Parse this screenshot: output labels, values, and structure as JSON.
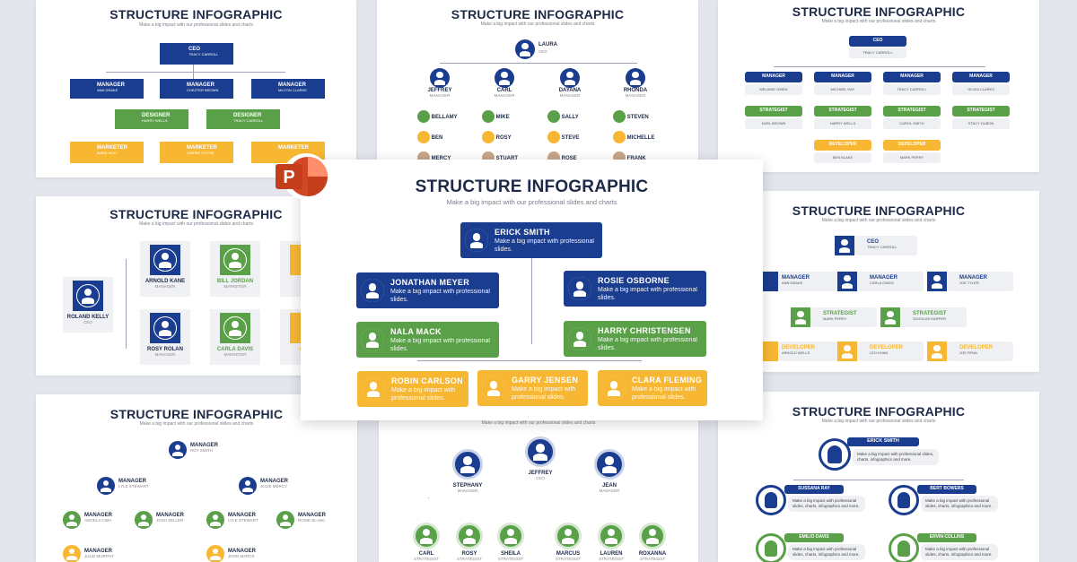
{
  "title": "STRUCTURE INFOGRAPHIC",
  "subtitle": "Make a big impact with our professional slides and charts",
  "colors": {
    "blue": "#1b3d8f",
    "green": "#5aa048",
    "yellow": "#f7b733",
    "bg": "#e4e6ee"
  },
  "ppt_icon": "powerpoint-logo-icon",
  "ppt_letter": "P",
  "main": {
    "top": {
      "name": "ERICK SMITH",
      "desc": "Make a big impact with professional slides."
    },
    "blue": [
      {
        "name": "JONATHAN MEYER",
        "desc": "Make a big impact with professional slides."
      },
      {
        "name": "ROSIE OSBORNE",
        "desc": "Make a big impact with professional slides."
      }
    ],
    "green": [
      {
        "name": "NALA MACK",
        "desc": "Make a big impact with professional slides."
      },
      {
        "name": "HARRY CHRISTENSEN",
        "desc": "Make a big impact with professional slides."
      }
    ],
    "yellow": [
      {
        "name": "ROBIN CARLSON",
        "desc": "Make a big impact with professional slides."
      },
      {
        "name": "GARRY JENSEN",
        "desc": "Make a big impact with professional slides."
      },
      {
        "name": "CLARA FLEMING",
        "desc": "Make a big impact with professional slides."
      }
    ]
  },
  "s1": {
    "ceo": {
      "role": "CEO",
      "name": "TRACY CARROLL"
    },
    "managers": [
      {
        "role": "MANAGER",
        "name": "ANN DRAKE"
      },
      {
        "role": "MANAGER",
        "name": "CHEZTER BROWN"
      },
      {
        "role": "MANAGER",
        "name": "MILTON CLARKE"
      }
    ],
    "designers": [
      {
        "role": "DESIGNER",
        "name": "HARRY WELLS"
      },
      {
        "role": "DESIGNER",
        "name": "TRACY CARROLL"
      }
    ],
    "marketers": [
      {
        "role": "MARKETER",
        "name": "MARK HOLT"
      },
      {
        "role": "MARKETER",
        "name": "CARRIE COYNE"
      },
      {
        "role": "MARKETER",
        "name": ""
      }
    ]
  },
  "s2": {
    "top": {
      "name": "LAURA",
      "role": "CEO"
    },
    "managers": [
      {
        "name": "JEFFREY",
        "role": "MANAGER"
      },
      {
        "name": "CARL",
        "role": "MANAGER"
      },
      {
        "name": "DAYANA",
        "role": "MANAGER"
      },
      {
        "name": "RHONDA",
        "role": "MANAGER"
      }
    ],
    "staff": [
      [
        {
          "name": "BELLAMY",
          "role": "STRATEGIST"
        },
        {
          "name": "BEN",
          "role": "STRATEGIST"
        },
        {
          "name": "MERCY",
          "role": ""
        }
      ],
      [
        {
          "name": "MIKE",
          "role": "STRATEGIST"
        },
        {
          "name": "ROSY",
          "role": "STRATEGIST"
        },
        {
          "name": "STUART",
          "role": ""
        }
      ],
      [
        {
          "name": "SALLY",
          "role": "STRATEGIST"
        },
        {
          "name": "STEVE",
          "role": "STRATEGIST"
        },
        {
          "name": "ROSE",
          "role": ""
        }
      ],
      [
        {
          "name": "STEVEN",
          "role": "STRATEGIST"
        },
        {
          "name": "MICHELLE",
          "role": "STRATEGIST"
        },
        {
          "name": "FRANK",
          "role": ""
        }
      ]
    ]
  },
  "s3": {
    "ceo": {
      "role": "CEO",
      "name": "TRACY CARROLL"
    },
    "managers": [
      {
        "role": "MANAGER",
        "name": "MELANIE OWEN"
      },
      {
        "role": "MANAGER",
        "name": "MICHAEL RAY"
      },
      {
        "role": "MANAGER",
        "name": "TRACY CARROLL"
      },
      {
        "role": "MANAGER",
        "name": "OLIVIA CLARKS"
      }
    ],
    "strategists": [
      {
        "role": "STRATEGIST",
        "name": "KARL BROWN"
      },
      {
        "role": "STRATEGIST",
        "name": "HARRY WELLS"
      },
      {
        "role": "STRATEGIST",
        "name": "CAROL SMITH"
      },
      {
        "role": "STRATEGIST",
        "name": "STACY DUBON"
      }
    ],
    "developers": [
      {
        "role": "DEVELOPER",
        "name": "BEN BLAKE"
      },
      {
        "role": "DEVELOPER",
        "name": "MARK PERRY"
      }
    ]
  },
  "s4": {
    "left": {
      "name": "ROLAND KELLY",
      "role": "CEO"
    },
    "col1": [
      {
        "name": "ARNOLD KANE",
        "role": "MANAGER"
      },
      {
        "name": "ROSY ROLAN",
        "role": "MANAGER"
      }
    ],
    "col2": [
      {
        "name": "BILL JORDAN",
        "role": "MARKETER"
      },
      {
        "name": "CARLA DAVIS",
        "role": "MARKETER"
      }
    ],
    "col3": [
      {
        "name": "AD",
        "role": "DE"
      },
      {
        "name": "CHR",
        "role": ""
      }
    ]
  },
  "s5": {
    "ceo": {
      "role": "CEO",
      "name": "TRACY CARROLL"
    },
    "managers": [
      {
        "role": "MANAGER",
        "name": "ANN DRAKE"
      },
      {
        "role": "MANAGER",
        "name": "CARLA OWEN"
      },
      {
        "role": "MANAGER",
        "name": "JOE TYLER"
      }
    ],
    "strategists": [
      {
        "role": "STRATEGIST",
        "name": "MARK PERRY"
      },
      {
        "role": "STRATEGIST",
        "name": "SCHOLAS HARPER"
      }
    ],
    "developers": [
      {
        "role": "DEVELOPER",
        "name": "ARNOLD WELLS"
      },
      {
        "role": "DEVELOPER",
        "name": "LEO KHAN"
      },
      {
        "role": "DEVELOPER",
        "name": "JOE PENA"
      }
    ]
  },
  "s6": {
    "top": {
      "role": "MANAGER",
      "name": "ROY SMITH"
    },
    "mid": [
      {
        "role": "MANAGER",
        "name": "LYLE STEWART"
      },
      {
        "role": "MANAGER",
        "name": "JOLIE MERCY"
      }
    ],
    "row": [
      {
        "role": "MANAGER",
        "name": "ANGELA CIMA"
      },
      {
        "role": "MANAGER",
        "name": "JOSH ZELLER"
      },
      {
        "role": "MANAGER",
        "name": "LYLE STEWART"
      },
      {
        "role": "MANAGER",
        "name": "ROSIE BLANC"
      }
    ],
    "bottom": [
      {
        "role": "MANAGER",
        "name": "JULIE MURPHY"
      },
      {
        "role": "MANAGER",
        "name": "JHON MARCK"
      }
    ]
  },
  "s7": {
    "top": {
      "name": "JEFFREY",
      "role": "CEO"
    },
    "mid": [
      {
        "name": "STEPHANY",
        "role": "MANAGER"
      },
      {
        "name": "JEAN",
        "role": "MANAGER"
      }
    ],
    "bottom": [
      {
        "name": "CARL",
        "role": "STRATEGIST"
      },
      {
        "name": "ROSY",
        "role": "STRATEGIST"
      },
      {
        "name": "SHEILA",
        "role": "STRATEGIST"
      },
      {
        "name": "MARCUS",
        "role": "STRATEGIST"
      },
      {
        "name": "LAUREN",
        "role": "STRATEGIST"
      },
      {
        "name": "ROXANNA",
        "role": "STRATEGIST"
      }
    ]
  },
  "s8": {
    "top": {
      "name": "ERICK SMITH",
      "desc": "Make a big impact with professional slides, charts, infographics and more."
    },
    "mid": [
      {
        "name": "SUSSANA RAY",
        "desc": "Make a big impact with professional slides, charts, infographics and more."
      },
      {
        "name": "BERT BOWERS",
        "desc": "Make a big impact with professional slides, charts, infographics and more."
      }
    ],
    "bottom": [
      {
        "name": "EMILIO DAVIS",
        "desc": "Make a big impact with professional slides, charts, infographics and more."
      },
      {
        "name": "ERVIN COLLINS",
        "desc": "Make a big impact with professional slides, charts, infographics and more."
      }
    ]
  }
}
